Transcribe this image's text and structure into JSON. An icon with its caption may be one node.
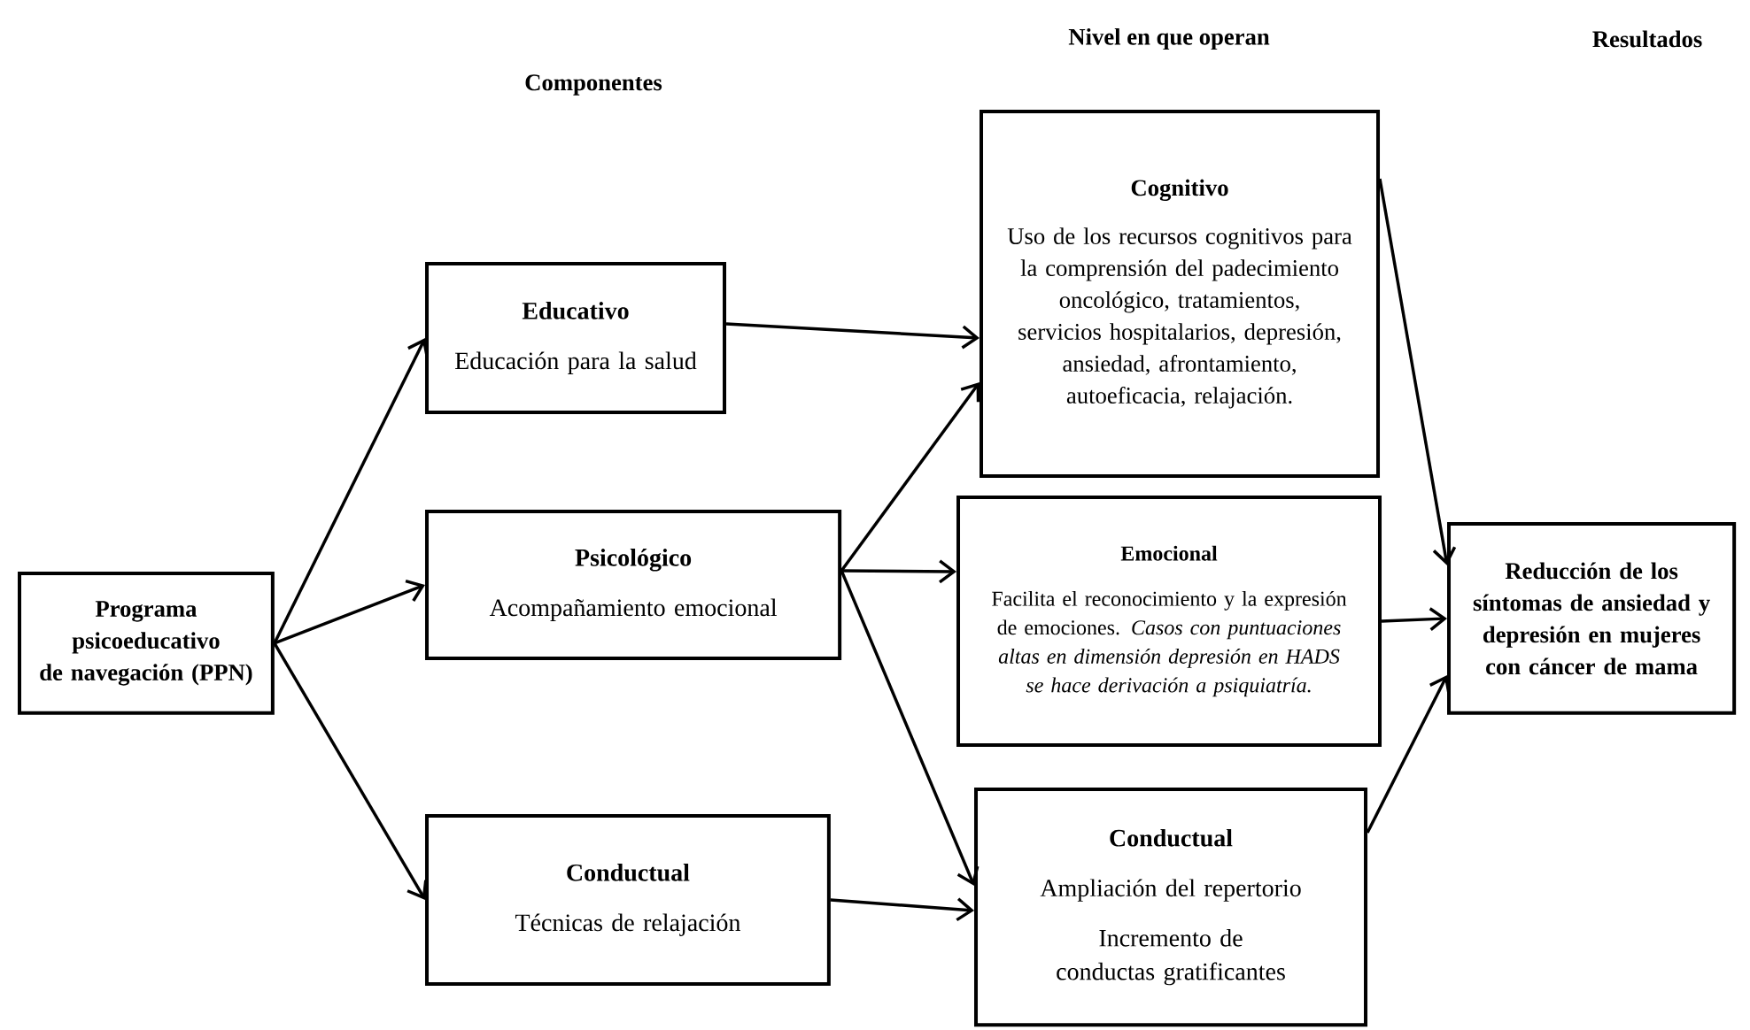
{
  "diagram": {
    "nodes": [
      {
        "text": [
          "Programa psicoeducativo de navegación (PPN)"
        ]
      },
      {
        "text": [
          "Educativo",
          "Educación para la salud"
        ]
      },
      {
        "text": [
          "Psicológico",
          "Acompañamiento emocional"
        ]
      },
      {
        "text": [
          "Conductual",
          "Técnicas de relajación"
        ]
      },
      {
        "text": [
          "Cognitivo",
          "Uso de los recursos cognitivos para la comprensión del padecimiento oncológico, tratamientos, servicios hospitalarios, depresión, ansiedad, afrontamiento, autoeficacia, relajación."
        ]
      },
      {
        "text": [
          "Emocional",
          "Facilita el reconocimiento y la expresión de emociones. *Casos con puntuaciones altas en dimensión depresión en HADS se hace derivación a psiquiatría.*"
        ]
      },
      {
        "text": [
          "Conductual",
          "Ampliación del repertorio",
          "Incremento de conductas gratificantes"
        ]
      },
      {
        "text": [
          "Reducción de los síntomas de ansiedad y depresión en mujeres con cáncer de mama"
        ]
      }
    ],
    "edges": [
      {
        "from": 0,
        "to": 1,
        "arrow": "to"
      },
      {
        "from": 0,
        "to": 2,
        "arrow": "to"
      },
      {
        "from": 0,
        "to": 3,
        "arrow": "to"
      },
      {
        "from": 1,
        "to": 4,
        "arrow": "to"
      },
      {
        "from": 2,
        "to": 4,
        "arrow": "to"
      },
      {
        "from": 2,
        "to": 5,
        "arrow": "to"
      },
      {
        "from": 2,
        "to": 6,
        "arrow": "to"
      },
      {
        "from": 3,
        "to": 6,
        "arrow": "to"
      },
      {
        "from": 4,
        "to": 7,
        "arrow": "to"
      },
      {
        "from": 5,
        "to": 7,
        "arrow": "to"
      },
      {
        "from": 6,
        "to": 7,
        "arrow": "to"
      }
    ],
    "labels": [
      "Componentes",
      "Nivel en que operan",
      "Resultados"
    ]
  }
}
